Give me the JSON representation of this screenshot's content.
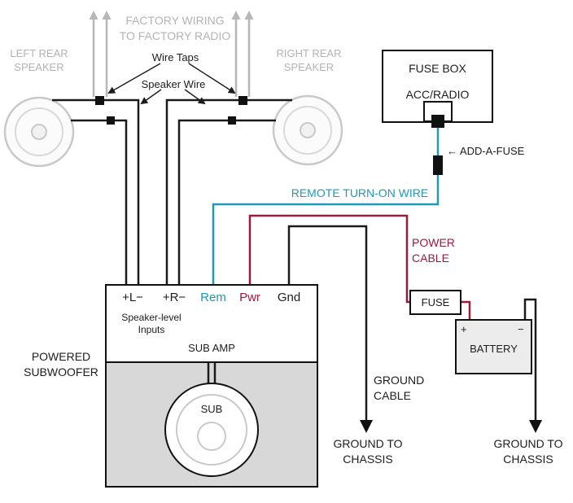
{
  "colors": {
    "remote_wire_teal": "#1e9ab4",
    "power_wire_red": "#981c3c",
    "factory_gray": "#b3b3b3",
    "wire_black": "#1a1a1a",
    "enclosure_gray": "#d8d8d8"
  },
  "top": {
    "factory_wiring": "FACTORY WIRING\nTO FACTORY RADIO",
    "left_speaker": "LEFT REAR\nSPEAKER",
    "right_speaker": "RIGHT REAR\nSPEAKER",
    "wire_taps": "Wire Taps",
    "speaker_wire": "Speaker Wire"
  },
  "fuse_box": {
    "title": "FUSE BOX",
    "slot": "ACC/RADIO",
    "add_a_fuse": "← ADD-A-FUSE"
  },
  "wires": {
    "remote": "REMOTE TURN-ON WIRE",
    "power": "POWER\nCABLE",
    "ground": "GROUND\nCABLE"
  },
  "amp": {
    "terminals": {
      "left": "+L−",
      "right": "+R−",
      "rem": "Rem",
      "pwr": "Pwr",
      "gnd": "Gnd"
    },
    "speaker_level_inputs": "Speaker-level\nInputs",
    "sub_amp": "SUB AMP",
    "powered_subwoofer": "POWERED\nSUBWOOFER",
    "sub": "SUB"
  },
  "power": {
    "fuse": "FUSE",
    "battery": "BATTERY",
    "plus": "+",
    "minus": "−"
  },
  "grounds": {
    "left": "GROUND TO\nCHASSIS",
    "right": "GROUND TO\nCHASSIS"
  }
}
